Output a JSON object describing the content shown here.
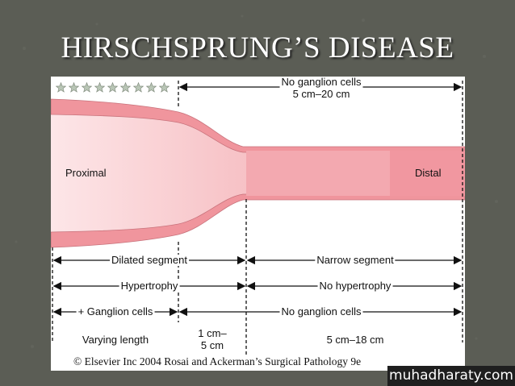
{
  "slide": {
    "title": "HIRSCHSPRUNG’S DISEASE",
    "watermark": "muhadharaty.com"
  },
  "diagram": {
    "top_label_line1": "No ganglion cells",
    "top_label_line2": "5 cm–20 cm",
    "proximal": "Proximal",
    "distal": "Distal",
    "rows": [
      {
        "left": "Dilated segment",
        "right": "Narrow segment"
      },
      {
        "left": "Hypertrophy",
        "right": "No hypertrophy"
      },
      {
        "left": "+ Ganglion cells",
        "right": "No ganglion cells"
      }
    ],
    "length_left": "Varying length",
    "length_mid_line1": "1 cm–",
    "length_mid_line2": "5 cm",
    "length_right": "5 cm–18 cm",
    "copyright": "© Elsevier Inc 2004 Rosai and Ackerman’s Surgical Pathology 9e",
    "colors": {
      "bowel_pink": "#f2a0a6",
      "bowel_wall": "#eb8f97",
      "star_fill": "#b9c6b6"
    },
    "ganglion_marker_icon": "star-icon"
  }
}
